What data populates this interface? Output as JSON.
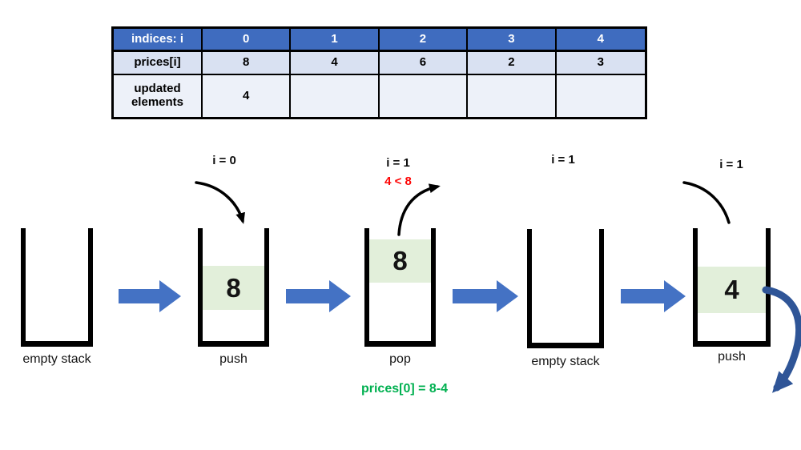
{
  "table": {
    "rows": [
      {
        "cells": [
          "indices: i",
          "0",
          "1",
          "2",
          "3",
          "4"
        ]
      },
      {
        "cells": [
          "prices[i]",
          "8",
          "4",
          "6",
          "2",
          "3"
        ]
      },
      {
        "cells": [
          "updated elements",
          "4",
          "",
          "",
          "",
          ""
        ]
      }
    ]
  },
  "stacks": [
    {
      "label": "empty stack"
    },
    {
      "label": "push",
      "step": "i = 0",
      "items": [
        "8"
      ]
    },
    {
      "label": "pop",
      "step": "i = 1",
      "condition": "4 < 8",
      "items": [
        "8"
      ]
    },
    {
      "label": "empty stack",
      "step": "i = 1"
    },
    {
      "label": "push",
      "step": "i = 1",
      "items": [
        "4"
      ]
    }
  ],
  "annotations": {
    "result": "prices[0] = 8-4"
  },
  "colors": {
    "table_header_blue": "#3f6cbf",
    "table_row_light_blue": "#d9e1f2",
    "table_row_lighter": "#edf1f9",
    "flow_arrow_blue": "#4472c4",
    "discount_arrow_blue": "#2f5597",
    "stack_item_green_bg": "#e2efda",
    "highlight_green_text": "#00b050",
    "condition_red_text": "#fe0404"
  }
}
